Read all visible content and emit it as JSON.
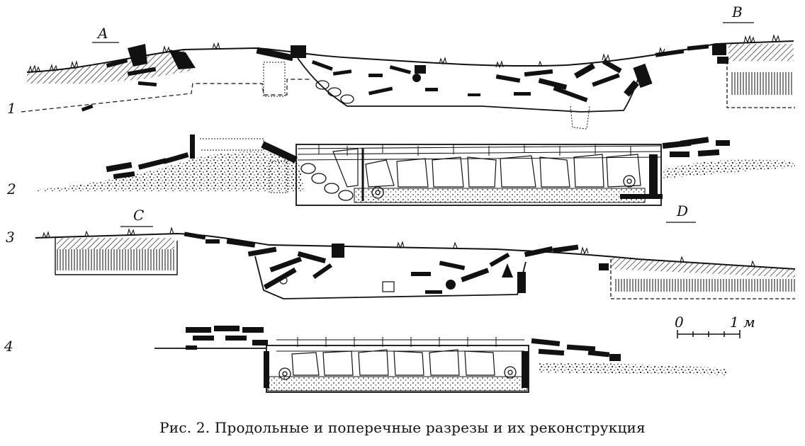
{
  "figure": {
    "caption": "Рис. 2. Продольные и поперечные разрезы и их реконструкция",
    "section_numbers": [
      "1",
      "2",
      "3",
      "4"
    ],
    "point_labels": {
      "a": "A",
      "b": "B",
      "c": "C",
      "d": "D"
    },
    "scale_bar": {
      "zero_label": "0",
      "end_label": "1 м"
    }
  }
}
